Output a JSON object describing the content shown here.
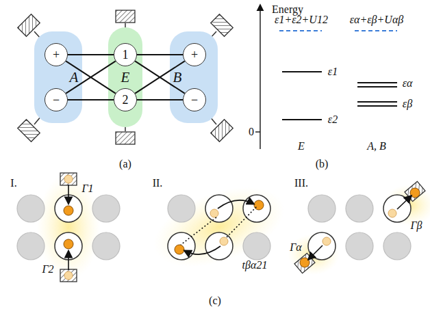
{
  "diagram": {
    "nodes": [
      {
        "text": [
          "A"
        ]
      },
      {
        "text": [
          "+"
        ],
        "in": 0
      },
      {
        "text": [
          "−"
        ],
        "in": 0
      },
      {
        "text": [
          "E"
        ]
      },
      {
        "text": [
          "1"
        ],
        "in": 3
      },
      {
        "text": [
          "2"
        ],
        "in": 3
      },
      {
        "text": [
          "B"
        ]
      },
      {
        "text": [
          "+"
        ],
        "in": 6
      },
      {
        "text": [
          "−"
        ],
        "in": 6
      }
    ],
    "edges": [
      {
        "from": 1,
        "to": 4,
        "arrow": "none"
      },
      {
        "from": 1,
        "to": 5,
        "arrow": "none"
      },
      {
        "from": 2,
        "to": 4,
        "arrow": "none"
      },
      {
        "from": 2,
        "to": 5,
        "arrow": "none"
      },
      {
        "from": 4,
        "to": 7,
        "arrow": "none"
      },
      {
        "from": 5,
        "to": 7,
        "arrow": "none"
      },
      {
        "from": 4,
        "to": 8,
        "arrow": "none"
      },
      {
        "from": 5,
        "to": 8,
        "arrow": "none"
      }
    ],
    "labels": [
      "(a)",
      "(b)",
      "(c)",
      "Energy",
      "0",
      "ε1+ε2+U12",
      "εα+εβ+Uαβ",
      "ε1",
      "ε2",
      "εα",
      "εβ",
      "E",
      "A, B",
      "I.",
      "Γ1",
      "Γ2",
      "II.",
      "tβα21",
      "III.",
      "Γβ",
      "Γα"
    ]
  }
}
